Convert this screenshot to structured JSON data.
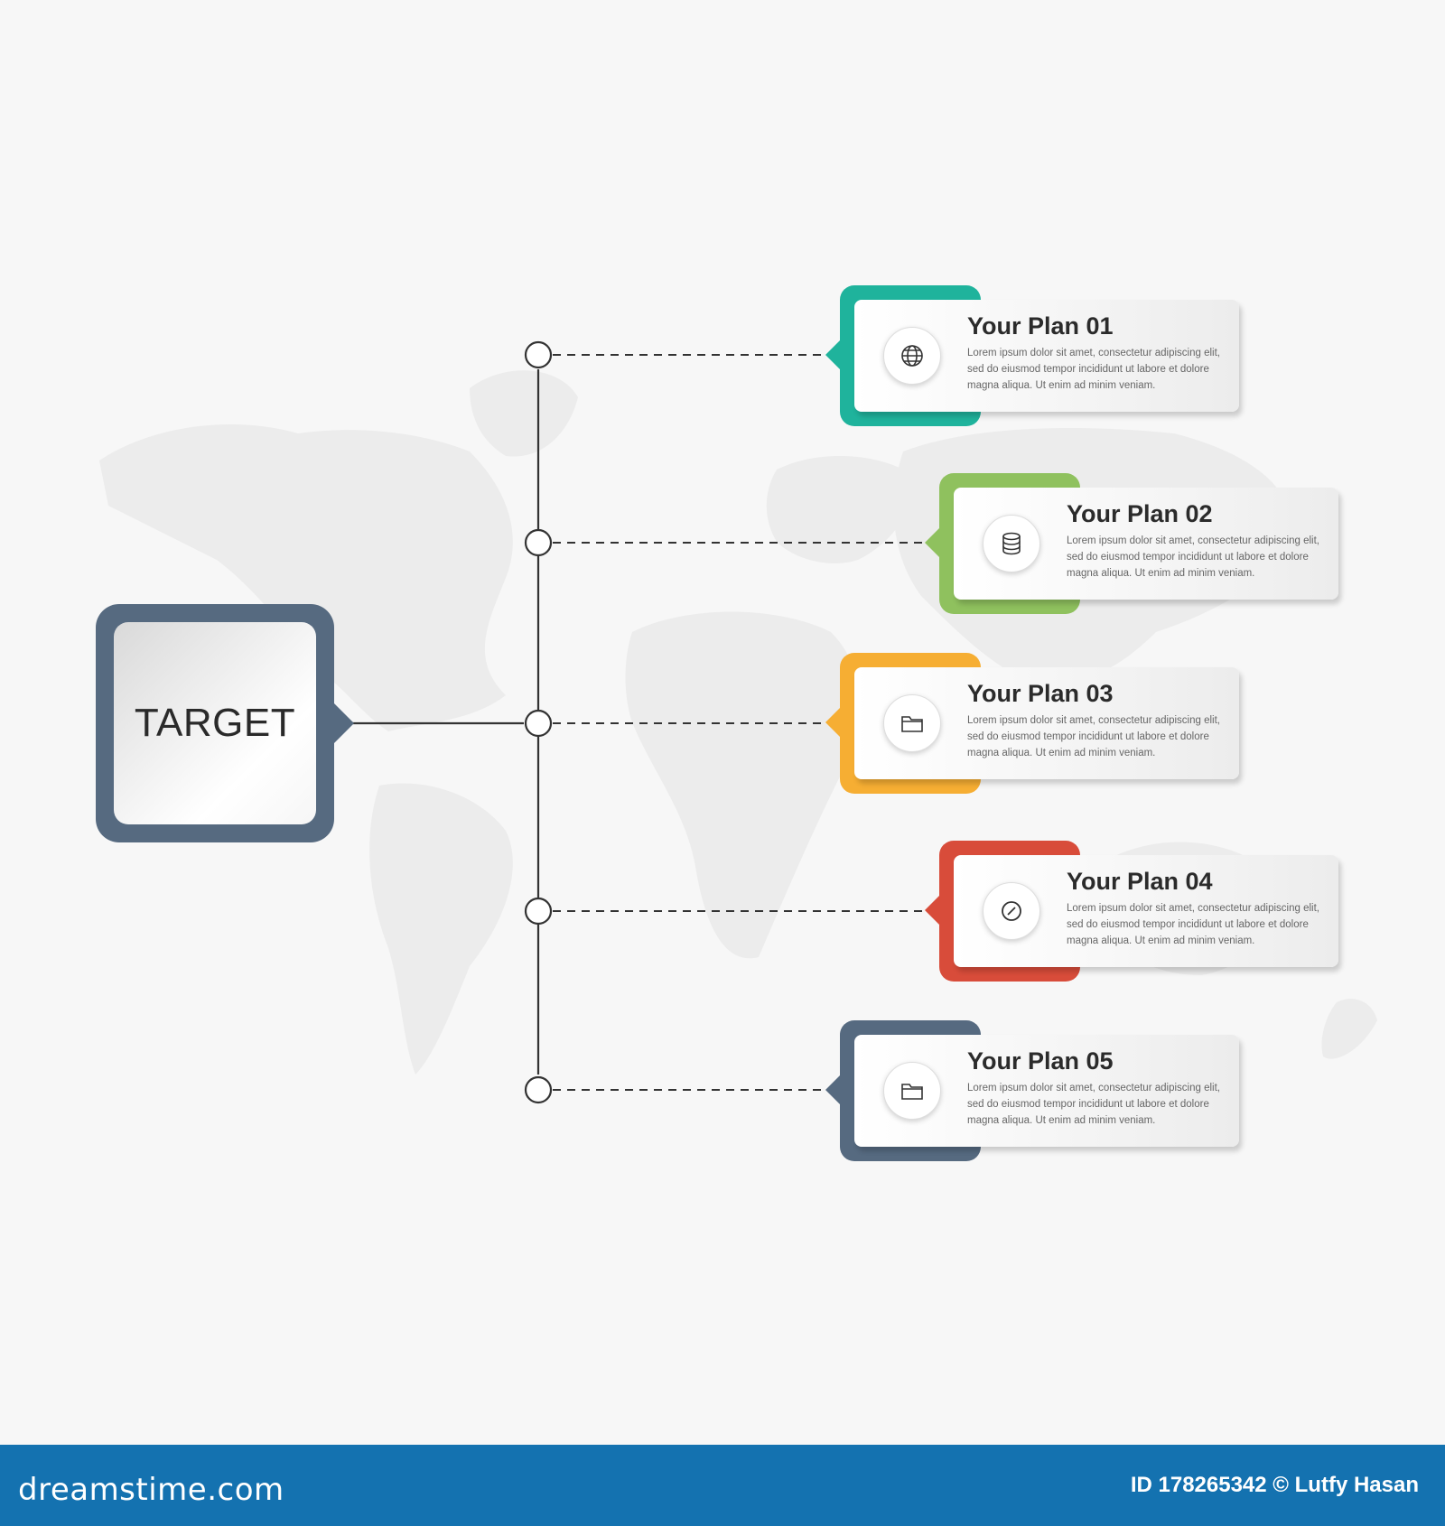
{
  "target": {
    "label": "TARGET",
    "color": "#566a80"
  },
  "plans": [
    {
      "title": "Your Plan 01",
      "description": "Lorem ipsum dolor sit amet, consectetur adipiscing elit, sed do eiusmod tempor incididunt ut labore et dolore magna aliqua. Ut enim ad minim veniam.",
      "color": "#1fb39c",
      "icon": "globe-icon"
    },
    {
      "title": "Your Plan 02",
      "description": "Lorem ipsum dolor sit amet, consectetur adipiscing elit, sed do eiusmod tempor incididunt ut labore et dolore magna aliqua. Ut enim ad minim veniam.",
      "color": "#8fc15e",
      "icon": "database-icon"
    },
    {
      "title": "Your Plan 03",
      "description": "Lorem ipsum dolor sit amet, consectetur adipiscing elit, sed do eiusmod tempor incididunt ut labore et dolore magna aliqua. Ut enim ad minim veniam.",
      "color": "#f6ae33",
      "icon": "folder-icon"
    },
    {
      "title": "Your Plan 04",
      "description": "Lorem ipsum dolor sit amet, consectetur adipiscing elit, sed do eiusmod tempor incididunt ut labore et dolore magna aliqua. Ut enim ad minim veniam.",
      "color": "#d84c3a",
      "icon": "compass-icon"
    },
    {
      "title": "Your Plan 05",
      "description": "Lorem ipsum dolor sit amet, consectetur adipiscing elit, sed do eiusmod tempor incididunt ut labore et dolore magna aliqua. Ut enim ad minim veniam.",
      "color": "#566a80",
      "icon": "folder-icon"
    }
  ],
  "footer": {
    "logo": "dreamstime.com",
    "credit": "ID 178265342 © Lutfy Hasan",
    "color": "#1472b0"
  }
}
